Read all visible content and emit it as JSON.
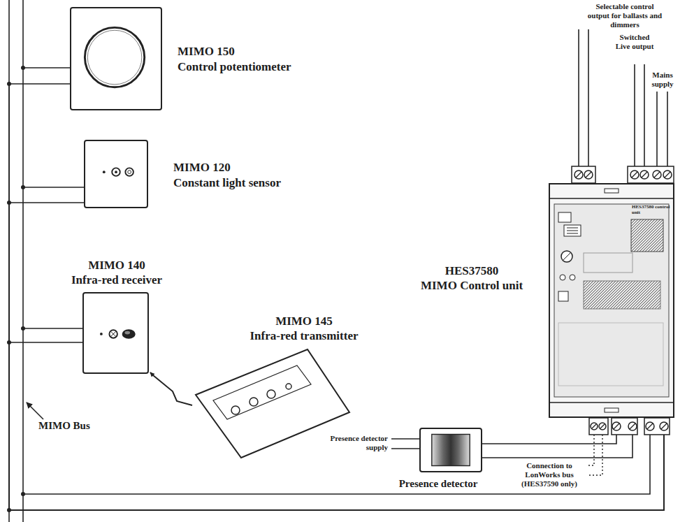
{
  "diagram": {
    "nodes": [
      {
        "text": [
          "MIMO 150",
          "Control potentiometer"
        ]
      },
      {
        "text": [
          "MIMO 120",
          "Constant light sensor"
        ]
      },
      {
        "text": [
          "MIMO 140",
          "Infra-red receiver"
        ]
      },
      {
        "text": [
          "MIMO 145",
          "Infra-red transmitter"
        ]
      },
      {
        "text": [
          "HES37580",
          "MIMO Control unit"
        ]
      },
      {
        "text": [
          "Presence detector"
        ]
      }
    ],
    "edges": [
      {
        "from": 0,
        "to": 4,
        "arrow": "none"
      },
      {
        "from": 1,
        "to": 4,
        "arrow": "none"
      },
      {
        "from": 2,
        "to": 4,
        "arrow": "none"
      },
      {
        "from": 5,
        "to": 4,
        "arrow": "none"
      },
      {
        "from": 3,
        "to": 2,
        "arrow": "to"
      }
    ],
    "labels": [
      "Selectable control output for ballasts and dimmers",
      "Switched Live output",
      "Mains supply",
      "HES37580 control unit",
      "Connection to LonWorks bus (HES37590 only)",
      "Presence detector supply",
      "MIMO Bus"
    ]
  }
}
